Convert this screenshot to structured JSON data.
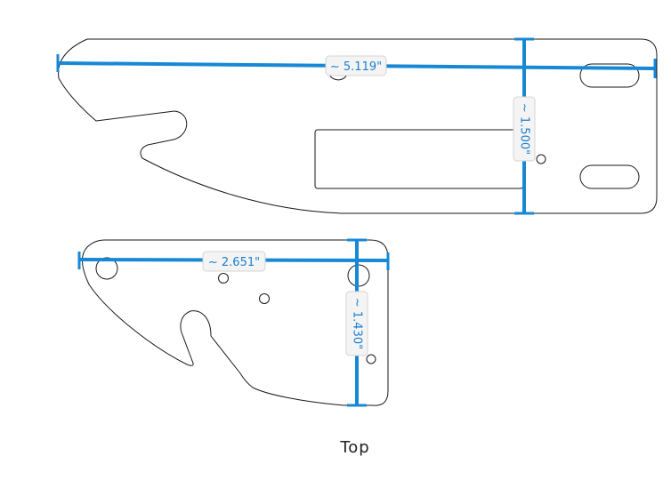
{
  "view_label": "Top",
  "part_large": {
    "dimensions": {
      "length": "~ 5.119\"",
      "height": "~ 1.500\""
    }
  },
  "part_small": {
    "dimensions": {
      "length": "~ 2.651\"",
      "height": "~ 1.430\""
    }
  },
  "colors": {
    "dimension": "#1788d6",
    "outline": "#1a1a1a",
    "label_background": "#f4f4f4"
  }
}
